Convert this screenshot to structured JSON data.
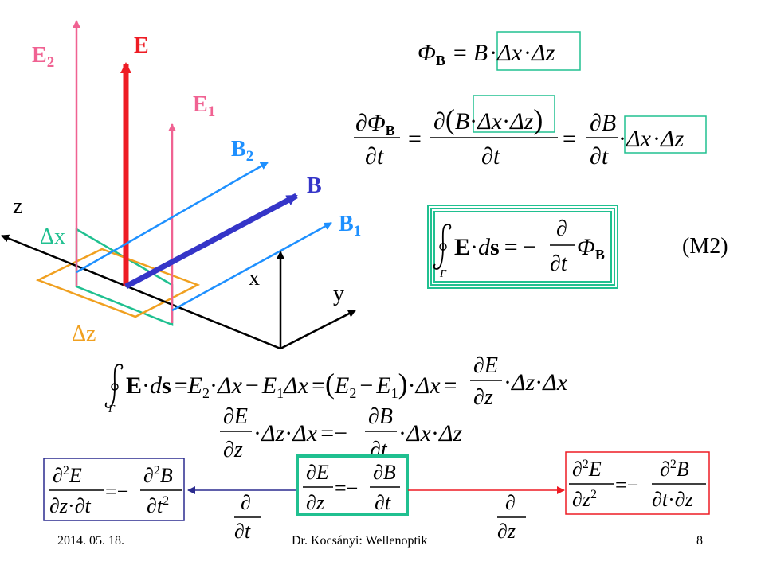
{
  "labels": {
    "E": "E",
    "E1_base": "E",
    "E1_sub": "1",
    "E2_base": "E",
    "E2_sub": "2",
    "B": "B",
    "B1_base": "B",
    "B1_sub": "1",
    "B2_base": "B",
    "B2_sub": "2",
    "dx": "Δx",
    "dz": "Δz",
    "axis_x": "x",
    "axis_y": "y",
    "axis_z": "z",
    "m2": "(M2)"
  },
  "symbols": {
    "Phi": "Φ",
    "sub_B": "B",
    "partial": "∂",
    "Delta": "Δ",
    "Gamma": "Γ",
    "dot": "·",
    "eq": "=",
    "minus": "−",
    "E": "E",
    "B": "B",
    "s": "s",
    "d": "d",
    "x": "x",
    "z": "z",
    "t": "t",
    "two": "2",
    "one": "1",
    "lparen": "(",
    "rparen": ")"
  },
  "footer": {
    "date": "2014. 05. 18.",
    "author": "Dr. Kocsányi: Wellenoptik",
    "page": "8"
  },
  "colors": {
    "E": "#ee1c24",
    "E_light": "#f06292",
    "B": "#3535c8",
    "B_light": "#1e90ff",
    "teal": "#20c090",
    "orange": "#f0a020",
    "navy": "#2b2b8f"
  }
}
